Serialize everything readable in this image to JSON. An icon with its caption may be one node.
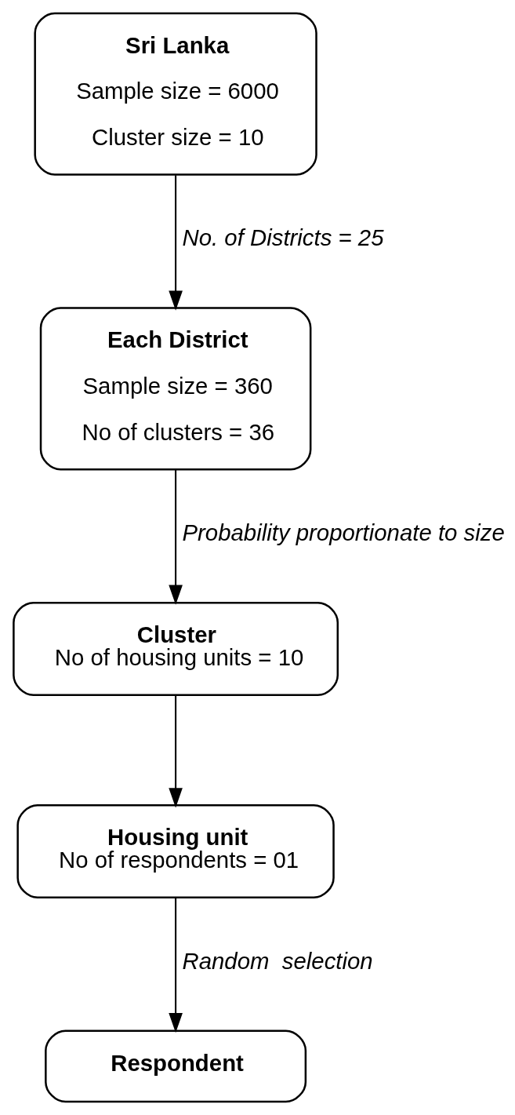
{
  "diagram": {
    "nodes": [
      {
        "text": [
          "Sri Lanka",
          "Sample size = 6000",
          "Cluster size = 10"
        ]
      },
      {
        "text": [
          "Each District",
          "Sample size = 360",
          "No of clusters = 36"
        ]
      },
      {
        "text": [
          "Cluster",
          "No of housing units = 10"
        ]
      },
      {
        "text": [
          "Housing unit",
          "No of respondents = 01"
        ]
      },
      {
        "text": [
          "Respondent"
        ]
      }
    ],
    "edges": [
      {
        "from": 0,
        "to": 1,
        "arrow": "to",
        "label": "No. of Districts = 25"
      },
      {
        "from": 1,
        "to": 2,
        "arrow": "to",
        "label": "Probability proportionate to size"
      },
      {
        "from": 2,
        "to": 3,
        "arrow": "to"
      },
      {
        "from": 3,
        "to": 4,
        "arrow": "to",
        "label": "Random  selection"
      }
    ]
  }
}
